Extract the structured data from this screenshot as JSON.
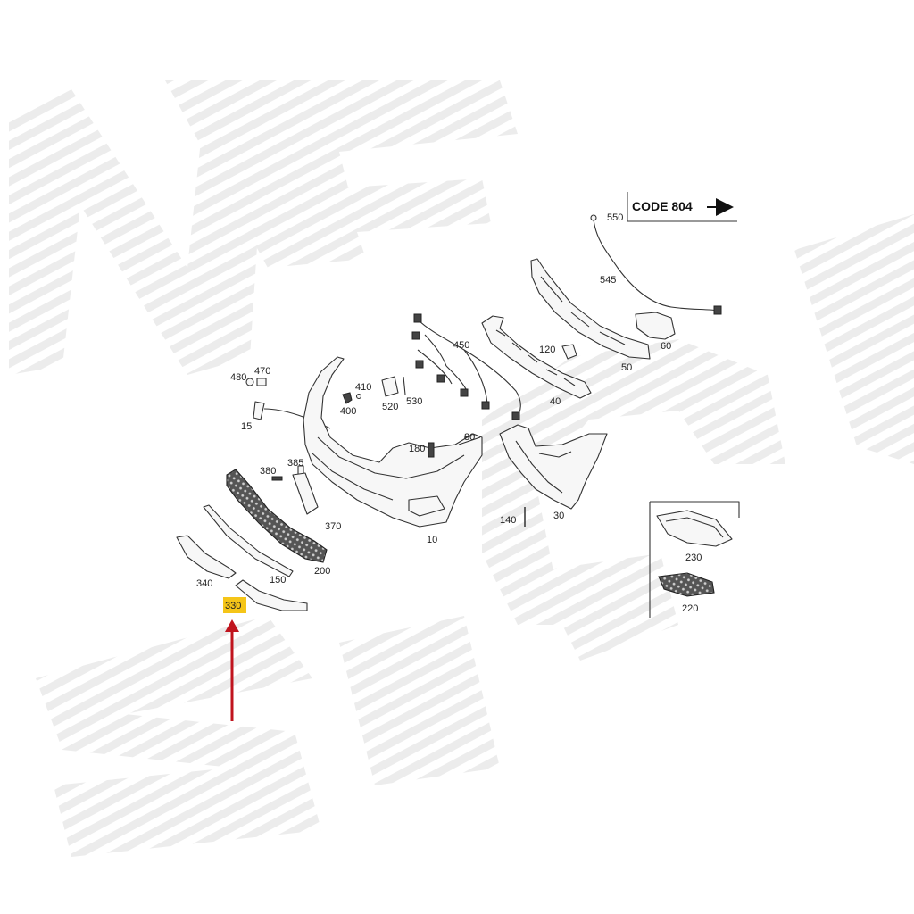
{
  "diagram": {
    "code_label": "CODE 804",
    "highlight_color": "#f5c518",
    "arrow_color": "#c0141e",
    "highlighted_part": "330",
    "parts": {
      "p10": "10",
      "p15": "15",
      "p30": "30",
      "p40": "40",
      "p50": "50",
      "p60": "60",
      "p80": "80",
      "p120": "120",
      "p140": "140",
      "p150": "150",
      "p180": "180",
      "p200": "200",
      "p220": "220",
      "p230": "230",
      "p330": "330",
      "p340": "340",
      "p370": "370",
      "p380": "380",
      "p385": "385",
      "p400": "400",
      "p410": "410",
      "p450": "450",
      "p470": "470",
      "p480": "480",
      "p520": "520",
      "p530": "530",
      "p545": "545",
      "p550": "550"
    }
  }
}
